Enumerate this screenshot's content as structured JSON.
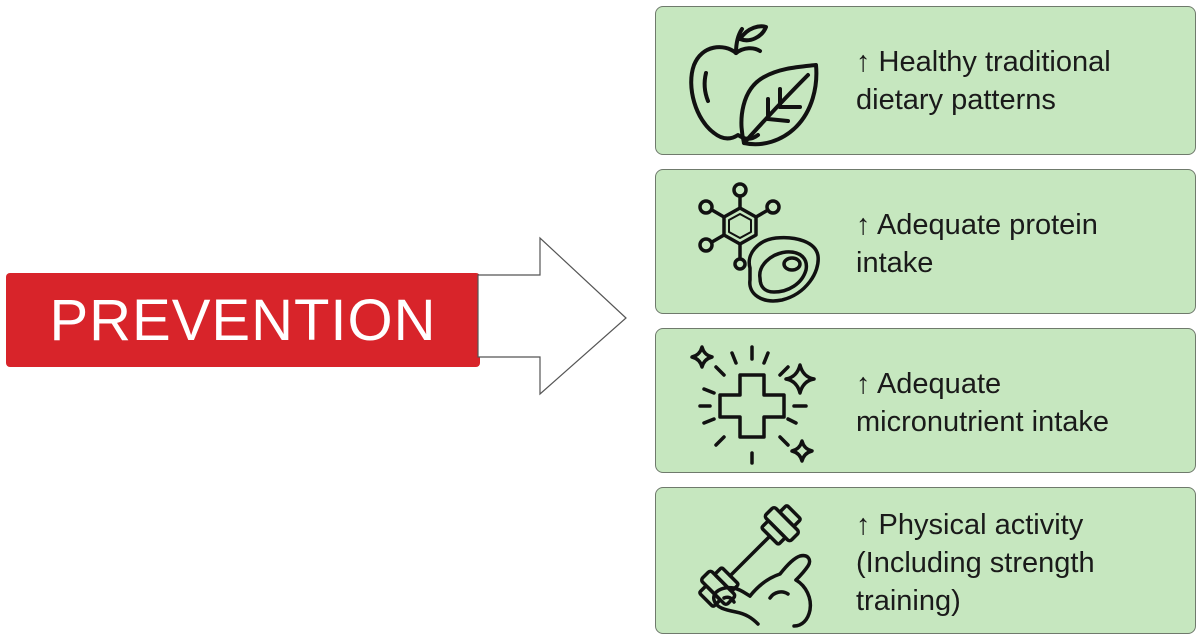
{
  "prevention": {
    "label": "PREVENTION",
    "color": "#d8242a"
  },
  "card_color": "#c6e7bf",
  "cards": [
    {
      "icon": "apple-leaf-icon",
      "lines": [
        "↑ Healthy traditional",
        "dietary patterns"
      ]
    },
    {
      "icon": "molecule-steak-icon",
      "lines": [
        "↑ Adequate protein",
        "intake"
      ]
    },
    {
      "icon": "sparkle-cross-icon",
      "lines": [
        "↑ Adequate",
        "micronutrient intake"
      ]
    },
    {
      "icon": "dumbbell-arm-icon",
      "lines": [
        "↑ Physical activity",
        "(Including strength",
        "training)"
      ]
    }
  ]
}
